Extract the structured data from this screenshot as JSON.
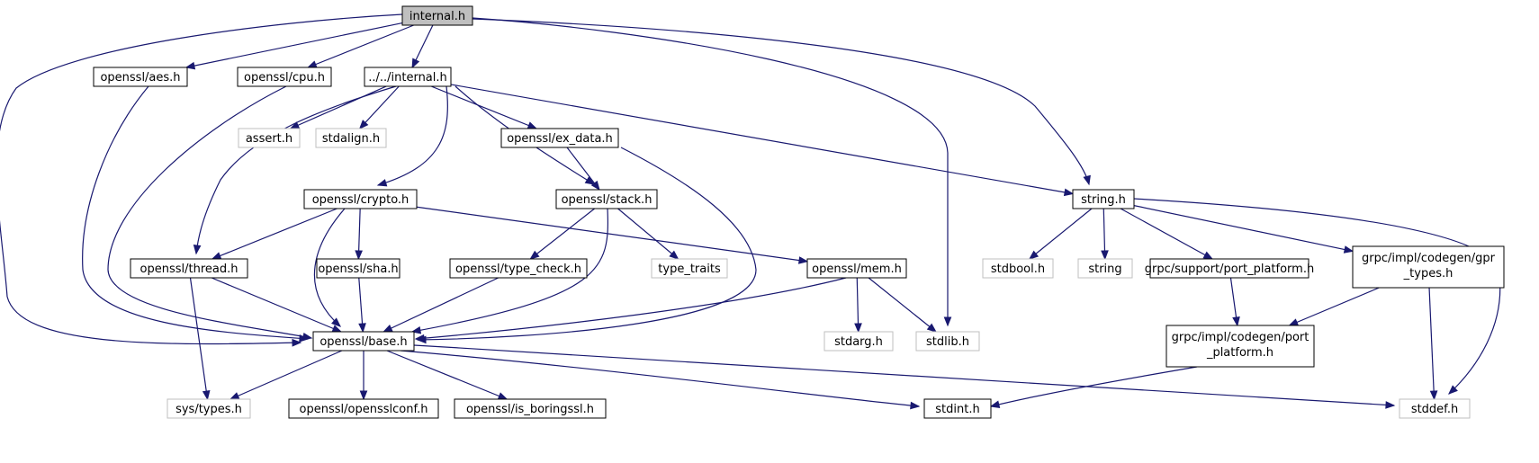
{
  "graph": {
    "colors": {
      "edge": "#191970",
      "root_fill": "#bfbfbf",
      "node_border": "#000000",
      "external_border": "#bfbfbf"
    },
    "nodes": [
      {
        "id": "internal_h",
        "label": [
          "internal.h"
        ],
        "kind": "root"
      },
      {
        "id": "aes_h",
        "label": [
          "openssl/aes.h"
        ],
        "kind": "normal"
      },
      {
        "id": "cpu_h",
        "label": [
          "openssl/cpu.h"
        ],
        "kind": "normal"
      },
      {
        "id": "up_internal_h",
        "label": [
          "../../internal.h"
        ],
        "kind": "normal"
      },
      {
        "id": "assert_h",
        "label": [
          "assert.h"
        ],
        "kind": "external"
      },
      {
        "id": "stdalign_h",
        "label": [
          "stdalign.h"
        ],
        "kind": "external"
      },
      {
        "id": "ex_data_h",
        "label": [
          "openssl/ex_data.h"
        ],
        "kind": "normal"
      },
      {
        "id": "crypto_h",
        "label": [
          "openssl/crypto.h"
        ],
        "kind": "normal"
      },
      {
        "id": "stack_h",
        "label": [
          "openssl/stack.h"
        ],
        "kind": "normal"
      },
      {
        "id": "string_h",
        "label": [
          "string.h"
        ],
        "kind": "normal"
      },
      {
        "id": "thread_h",
        "label": [
          "openssl/thread.h"
        ],
        "kind": "normal"
      },
      {
        "id": "sha_h",
        "label": [
          "openssl/sha.h"
        ],
        "kind": "normal"
      },
      {
        "id": "type_check_h",
        "label": [
          "openssl/type_check.h"
        ],
        "kind": "normal"
      },
      {
        "id": "type_traits",
        "label": [
          "type_traits"
        ],
        "kind": "external"
      },
      {
        "id": "mem_h",
        "label": [
          "openssl/mem.h"
        ],
        "kind": "normal"
      },
      {
        "id": "stdbool_h",
        "label": [
          "stdbool.h"
        ],
        "kind": "external"
      },
      {
        "id": "string",
        "label": [
          "string"
        ],
        "kind": "external"
      },
      {
        "id": "port_platform_support",
        "label": [
          "grpc/support/port_platform.h"
        ],
        "kind": "normal"
      },
      {
        "id": "gpr_types_h",
        "label": [
          "grpc/impl/codegen/gpr",
          "_types.h"
        ],
        "kind": "normal"
      },
      {
        "id": "base_h",
        "label": [
          "openssl/base.h"
        ],
        "kind": "normal"
      },
      {
        "id": "stdarg_h",
        "label": [
          "stdarg.h"
        ],
        "kind": "external"
      },
      {
        "id": "stdlib_h",
        "label": [
          "stdlib.h"
        ],
        "kind": "external"
      },
      {
        "id": "port_platform_codegen",
        "label": [
          "grpc/impl/codegen/port",
          "_platform.h"
        ],
        "kind": "normal"
      },
      {
        "id": "sys_types_h",
        "label": [
          "sys/types.h"
        ],
        "kind": "external"
      },
      {
        "id": "opensslconf_h",
        "label": [
          "openssl/opensslconf.h"
        ],
        "kind": "normal"
      },
      {
        "id": "is_boringssl_h",
        "label": [
          "openssl/is_boringssl.h"
        ],
        "kind": "normal"
      },
      {
        "id": "stdint_h",
        "label": [
          "stdint.h"
        ],
        "kind": "normal"
      },
      {
        "id": "stddef_h",
        "label": [
          "stddef.h"
        ],
        "kind": "external"
      }
    ],
    "edges": [
      {
        "from": "internal_h",
        "to": "aes_h"
      },
      {
        "from": "internal_h",
        "to": "cpu_h"
      },
      {
        "from": "internal_h",
        "to": "up_internal_h"
      },
      {
        "from": "internal_h",
        "to": "base_h"
      },
      {
        "from": "internal_h",
        "to": "stdlib_h"
      },
      {
        "from": "internal_h",
        "to": "string_h"
      },
      {
        "from": "aes_h",
        "to": "base_h"
      },
      {
        "from": "cpu_h",
        "to": "base_h"
      },
      {
        "from": "up_internal_h",
        "to": "assert_h"
      },
      {
        "from": "up_internal_h",
        "to": "stdalign_h"
      },
      {
        "from": "up_internal_h",
        "to": "ex_data_h"
      },
      {
        "from": "up_internal_h",
        "to": "crypto_h"
      },
      {
        "from": "up_internal_h",
        "to": "stack_h"
      },
      {
        "from": "up_internal_h",
        "to": "thread_h"
      },
      {
        "from": "up_internal_h",
        "to": "string_h"
      },
      {
        "from": "ex_data_h",
        "to": "stack_h"
      },
      {
        "from": "ex_data_h",
        "to": "base_h"
      },
      {
        "from": "crypto_h",
        "to": "thread_h"
      },
      {
        "from": "crypto_h",
        "to": "sha_h"
      },
      {
        "from": "crypto_h",
        "to": "base_h"
      },
      {
        "from": "crypto_h",
        "to": "mem_h"
      },
      {
        "from": "stack_h",
        "to": "type_check_h"
      },
      {
        "from": "stack_h",
        "to": "type_traits"
      },
      {
        "from": "stack_h",
        "to": "base_h"
      },
      {
        "from": "string_h",
        "to": "stdbool_h"
      },
      {
        "from": "string_h",
        "to": "string"
      },
      {
        "from": "string_h",
        "to": "port_platform_support"
      },
      {
        "from": "string_h",
        "to": "gpr_types_h"
      },
      {
        "from": "string_h",
        "to": "stddef_h"
      },
      {
        "from": "thread_h",
        "to": "base_h"
      },
      {
        "from": "thread_h",
        "to": "sys_types_h"
      },
      {
        "from": "sha_h",
        "to": "base_h"
      },
      {
        "from": "type_check_h",
        "to": "base_h"
      },
      {
        "from": "mem_h",
        "to": "base_h"
      },
      {
        "from": "mem_h",
        "to": "stdarg_h"
      },
      {
        "from": "mem_h",
        "to": "stdlib_h"
      },
      {
        "from": "port_platform_support",
        "to": "port_platform_codegen"
      },
      {
        "from": "gpr_types_h",
        "to": "port_platform_codegen"
      },
      {
        "from": "gpr_types_h",
        "to": "stddef_h"
      },
      {
        "from": "port_platform_codegen",
        "to": "stdint_h"
      },
      {
        "from": "base_h",
        "to": "sys_types_h"
      },
      {
        "from": "base_h",
        "to": "opensslconf_h"
      },
      {
        "from": "base_h",
        "to": "is_boringssl_h"
      },
      {
        "from": "base_h",
        "to": "stdint_h"
      },
      {
        "from": "base_h",
        "to": "stddef_h"
      }
    ]
  }
}
